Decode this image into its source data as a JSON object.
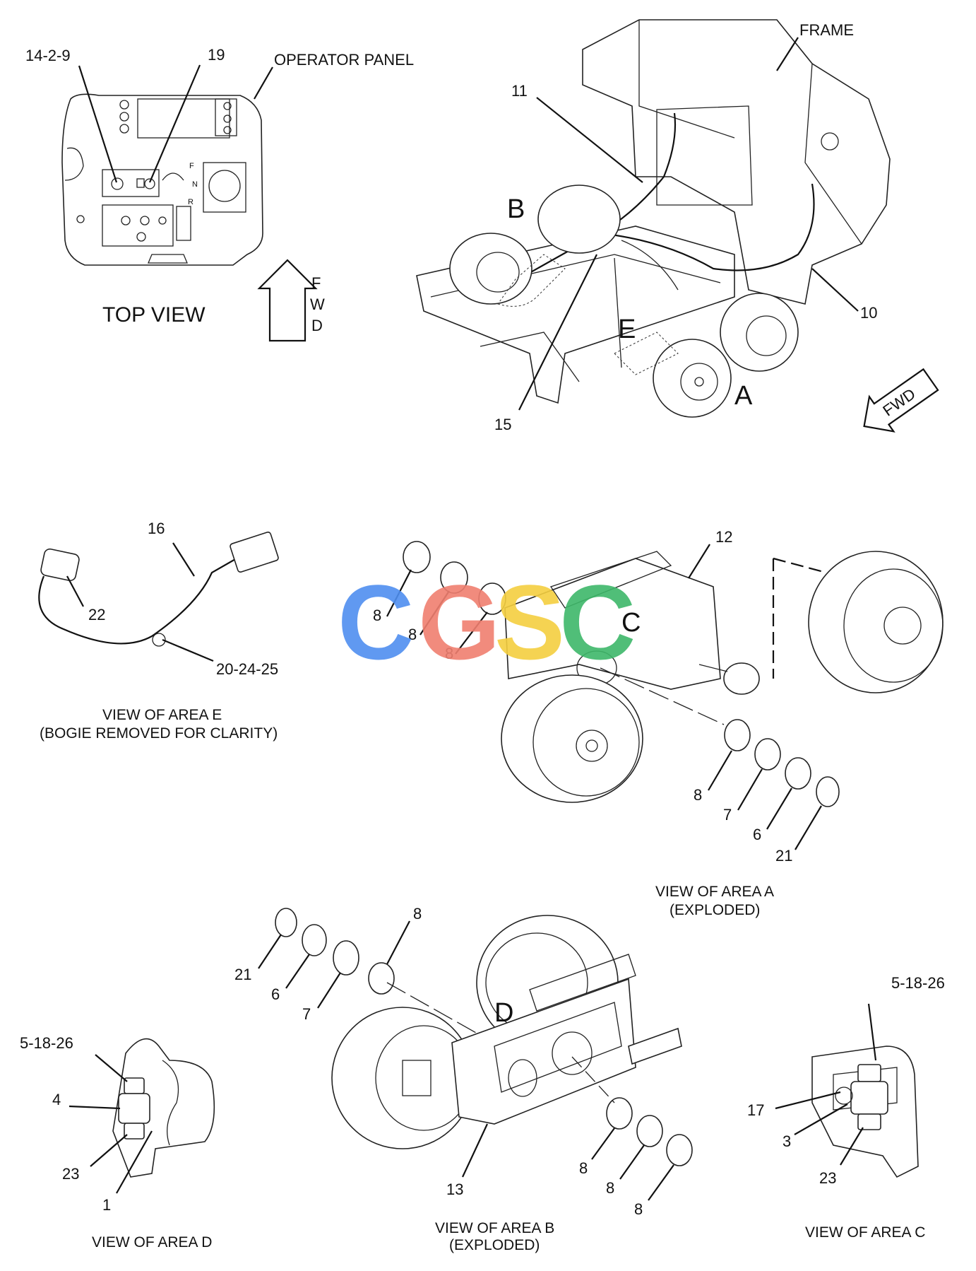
{
  "top_view": {
    "callouts": {
      "c14": "14-2-9",
      "c19": "19",
      "panel": "OPERATOR PANEL"
    },
    "panel_letters": {
      "f": "F",
      "n": "N",
      "r": "R"
    },
    "title": "TOP VIEW",
    "fwd_letters": [
      "F",
      "W",
      "D"
    ]
  },
  "main_view": {
    "callouts": {
      "frame": "FRAME",
      "c11": "11",
      "c10": "10",
      "c15": "15"
    },
    "areas": {
      "a": "A",
      "b": "B",
      "e": "E"
    },
    "fwd": "FWD"
  },
  "area_e": {
    "callouts": {
      "c16": "16",
      "c22": "22",
      "c20": "20-24-25"
    },
    "caption_line1": "VIEW OF AREA E",
    "caption_line2": "(BOGIE REMOVED FOR CLARITY)"
  },
  "area_a": {
    "callouts": {
      "c12": "12",
      "ring8_a": "8",
      "ring8_b": "8",
      "ring8_c": "8",
      "ring8_d": "8",
      "c7": "7",
      "c6": "6",
      "c21": "21"
    },
    "area_c": "C",
    "caption_line1": "VIEW OF AREA A",
    "caption_line2": "(EXPLODED)"
  },
  "area_b": {
    "callouts": {
      "c21": "21",
      "c6": "6",
      "c7": "7",
      "c8_top": "8",
      "c13": "13",
      "c8_a": "8",
      "c8_b": "8",
      "c8_c": "8"
    },
    "area_d": "D",
    "caption_line1": "VIEW OF AREA B",
    "caption_line2": "(EXPLODED)"
  },
  "area_d": {
    "callouts": {
      "c5": "5-18-26",
      "c4": "4",
      "c23": "23",
      "c1": "1"
    },
    "caption": "VIEW OF AREA D"
  },
  "area_c": {
    "callouts": {
      "c5": "5-18-26",
      "c17": "17",
      "c3": "3",
      "c23": "23"
    },
    "caption": "VIEW OF AREA C"
  },
  "watermark": {
    "letters": [
      "C",
      "G",
      "S",
      "C"
    ],
    "colors": [
      "#4f8ff0",
      "#f07f70",
      "#f5cf40",
      "#3eb86a"
    ]
  }
}
